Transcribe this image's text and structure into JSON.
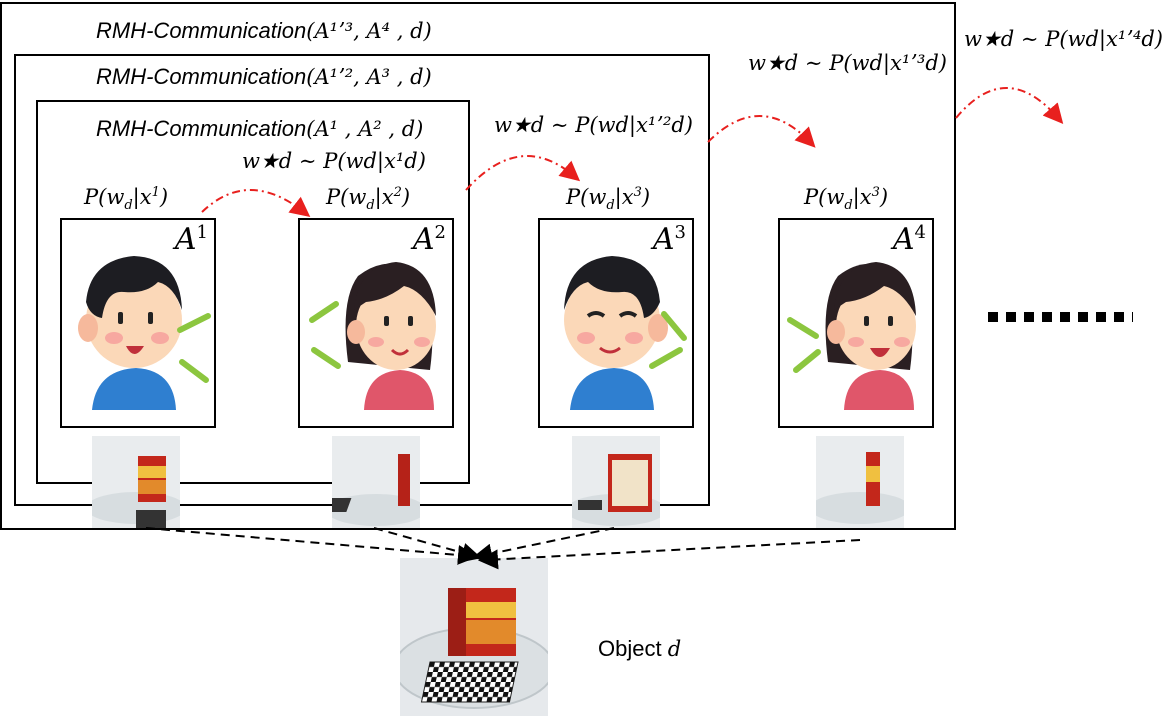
{
  "boxes": {
    "outer": "RMH-Communication",
    "outer_args": "(A¹ʼ³, A⁴ , d)",
    "middle": "RMH-Communication",
    "middle_args": "(A¹ʼ², A³ , d)",
    "inner": "RMH-Communication",
    "inner_args": "(A¹ , A² , d)"
  },
  "samples": {
    "s1": "w★d ∼ P(wd|x¹d)",
    "s2": "w★d ∼ P(wd|x¹ʼ²d)",
    "s3": "w★d ∼ P(wd|x¹ʼ³d)",
    "s4": "w★d ∼ P(wd|x¹ʼ⁴d)"
  },
  "agents": [
    {
      "id": "A",
      "sup": "1",
      "prob_arg": "x",
      "prob_sup": "1",
      "gender": "boy",
      "facing": "right"
    },
    {
      "id": "A",
      "sup": "2",
      "prob_arg": "x",
      "prob_sup": "2",
      "gender": "girl",
      "facing": "left"
    },
    {
      "id": "A",
      "sup": "3",
      "prob_arg": "x",
      "prob_sup": "3",
      "gender": "boy",
      "facing": "left"
    },
    {
      "id": "A",
      "sup": "4",
      "prob_arg": "x",
      "prob_sup": "3",
      "gender": "girl",
      "facing": "right"
    }
  ],
  "object": {
    "label": "Object",
    "symbol": "d"
  },
  "colors": {
    "arrow": "#e8201e",
    "boy_shirt": "#2f7fd0",
    "girl_shirt": "#e0566a",
    "hair": "#1d1d22",
    "skin": "#fbd8b8",
    "voice": "#8cc63f"
  }
}
